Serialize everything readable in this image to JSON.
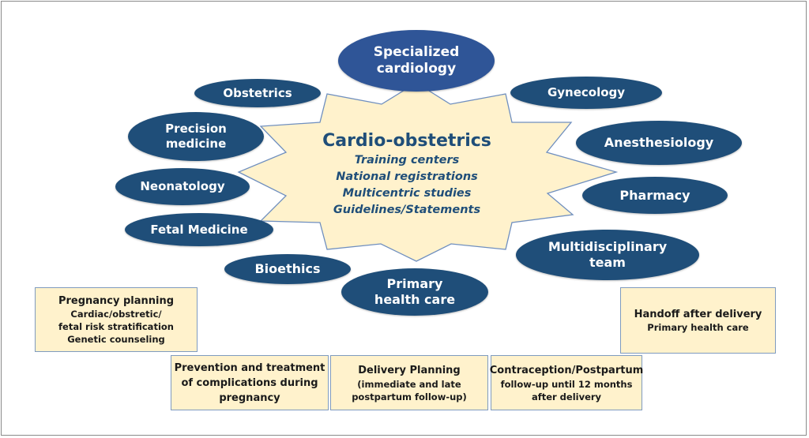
{
  "center": {
    "title": "Cardio-obstetrics",
    "lines": [
      "Training centers",
      "National registrations",
      "Multicentric studies",
      "Guidelines/Statements"
    ]
  },
  "disciplines": {
    "specialized_cardiology": {
      "line1": "Specialized",
      "line2": "cardiology"
    },
    "obstetrics": "Obstetrics",
    "gynecology": "Gynecology",
    "precision_medicine": {
      "line1": "Precision",
      "line2": "medicine"
    },
    "anesthesiology": "Anesthesiology",
    "neonatology": "Neonatology",
    "pharmacy": "Pharmacy",
    "fetal_medicine": "Fetal Medicine",
    "multidisciplinary_team": {
      "line1": "Multidisciplinary",
      "line2": "team"
    },
    "bioethics": "Bioethics",
    "primary_health_care": {
      "line1": "Primary",
      "line2": "health care"
    }
  },
  "stages": {
    "pregnancy_planning": {
      "title": "Pregnancy planning",
      "lines": [
        "Cardiac/obstretic/",
        "fetal risk stratification",
        "Genetic counseling"
      ]
    },
    "prevention": {
      "lines": [
        "Prevention and treatment",
        "of complications during",
        "pregnancy"
      ]
    },
    "delivery": {
      "title": "Delivery Planning",
      "lines": [
        "(immediate and late",
        "postpartum follow-up)"
      ]
    },
    "contraception": {
      "title": "Contraception/Postpartum",
      "lines": [
        "follow-up until 12 months",
        "after delivery"
      ]
    },
    "handoff": {
      "title": "Handoff after delivery",
      "lines": [
        "Primary health care"
      ]
    }
  },
  "colors": {
    "ellipse": "#1f4e79",
    "ellipse_top": "#2f5597",
    "star_fill": "#fff2cc",
    "star_stroke": "#6f8fbf",
    "box_fill": "#fff2cc",
    "box_stroke": "#7f9bbf",
    "center_text": "#1f4e79"
  }
}
